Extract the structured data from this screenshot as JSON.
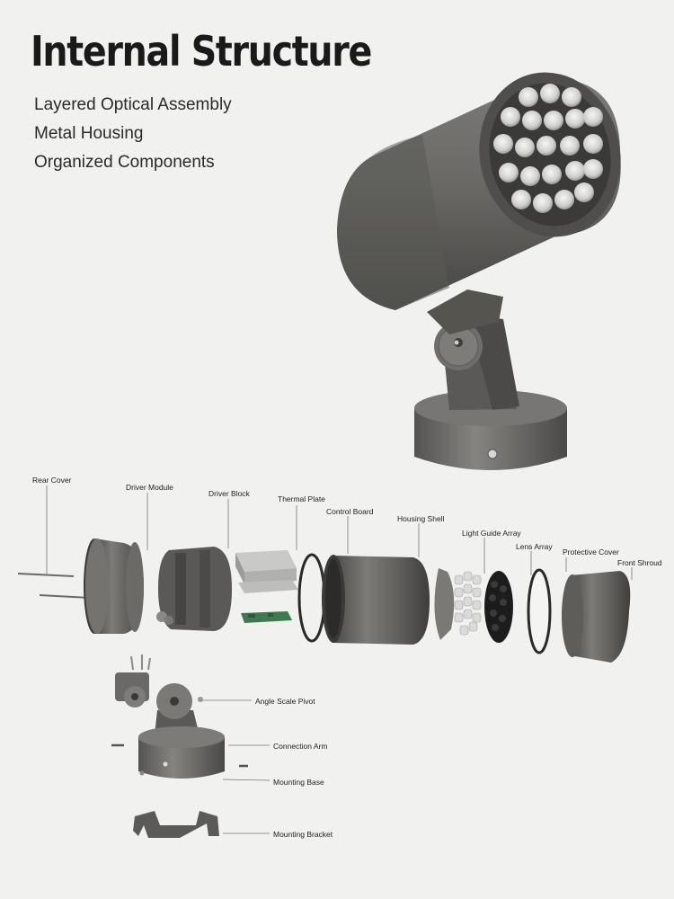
{
  "header": {
    "title": "Internal Structure",
    "features": [
      "Layered Optical Assembly",
      "Metal Housing",
      "Organized Components"
    ]
  },
  "diagram": {
    "labels": {
      "rear_cover": "Rear Cover",
      "driver_module": "Driver Module",
      "driver_block": "Driver Block",
      "thermal_plate": "Thermal Plate",
      "control_board": "Control Board",
      "housing_shell": "Housing Shell",
      "light_guide_array": "Light Guide Array",
      "lens_array": "Lens Array",
      "protective_cover": "Protective Cover",
      "front_shroud": "Front Shroud",
      "angle_scale_pivot": "Angle Scale Pivot",
      "connection_arm": "Connection Arm",
      "mounting_base": "Mounting Base",
      "mounting_bracket": "Mounting Bracket"
    }
  },
  "colors": {
    "metal": "#5b5a58",
    "metal_light": "#8a8986",
    "metal_dark": "#3e3d3b",
    "pcb": "#3f7a4e"
  }
}
